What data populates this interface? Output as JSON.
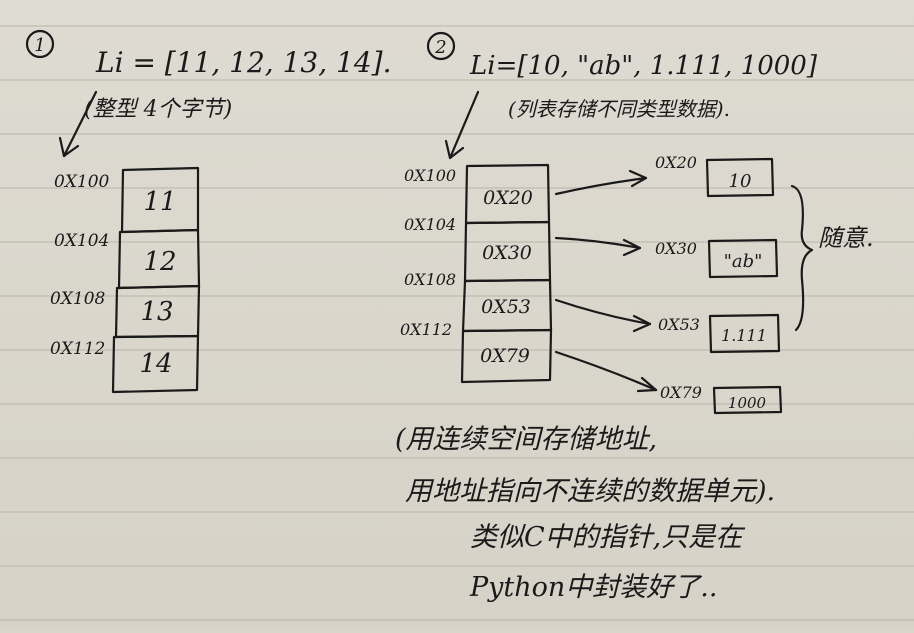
{
  "section1": {
    "marker": "①",
    "code": "Li = [11, 12, 13, 14].",
    "note": "(整型 4个字节)",
    "addresses": [
      "0X100",
      "0X104",
      "0X108",
      "0X112"
    ],
    "cells": [
      "11",
      "12",
      "13",
      "14"
    ]
  },
  "section2": {
    "marker": "②",
    "code": "Li=[10, \"ab\", 1.111, 1000]",
    "note": "(列表存储不同类型数据).",
    "addresses": [
      "0X100",
      "0X104",
      "0X108",
      "0X112"
    ],
    "pointer_cells": [
      "0X20",
      "0X30",
      "0X53",
      "0X79"
    ],
    "targets": [
      {
        "address": "0X20",
        "value": "10"
      },
      {
        "address": "0X30",
        "value": "\"ab\""
      },
      {
        "address": "0X53",
        "value": "1.111"
      },
      {
        "address": "0X79",
        "value": "1000"
      }
    ],
    "brace_label": "随意."
  },
  "explanation": [
    "(用连续空间存储地址,",
    "用地址指向不连续的数据单元).",
    "类似C中的指针,只是在",
    "Python中封装好了.."
  ]
}
